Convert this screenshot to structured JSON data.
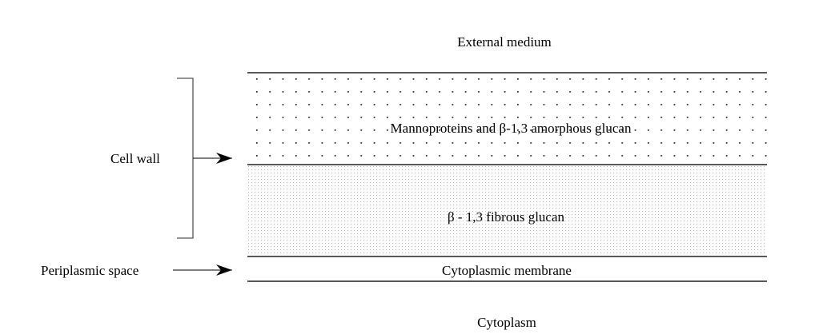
{
  "labels": {
    "external_medium": "External medium",
    "outer_layer": "Mannoproteins and β-1,3 amorphous glucan",
    "inner_layer": "β - 1,3 fibrous glucan",
    "membrane": "Cytoplasmic membrane",
    "cytoplasm": "Cytoplasm",
    "cell_wall": "Cell wall",
    "periplasmic_space": "Periplasmic space"
  }
}
